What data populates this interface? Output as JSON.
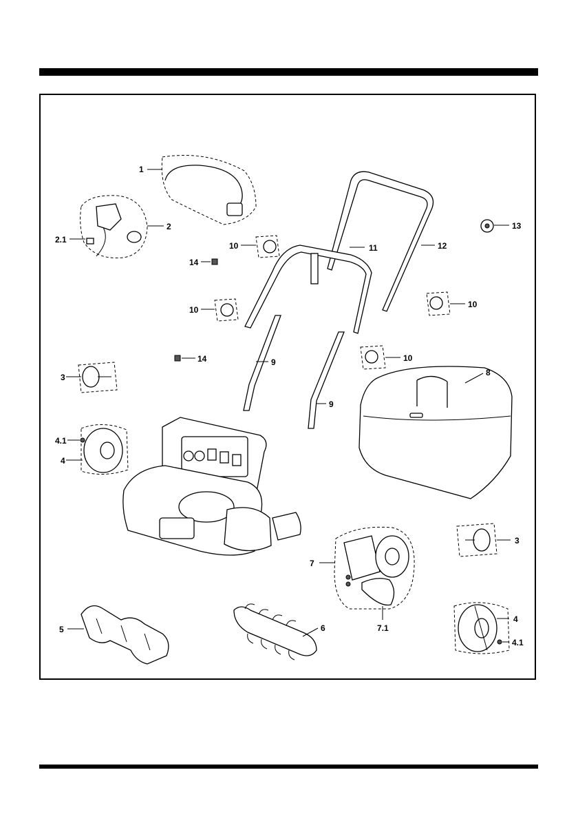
{
  "callouts": {
    "c1": "1",
    "c2": "2",
    "c2_1": "2.1",
    "c3a": "3",
    "c3b": "3",
    "c4a": "4",
    "c4_1a": "4.1",
    "c4b": "4",
    "c4_1b": "4.1",
    "c5": "5",
    "c6": "6",
    "c7": "7",
    "c7_1": "7.1",
    "c8": "8",
    "c9a": "9",
    "c9b": "9",
    "c10a": "10",
    "c10b": "10",
    "c10c": "10",
    "c10d": "10",
    "c11": "11",
    "c12": "12",
    "c13": "13",
    "c14a": "14",
    "c14b": "14"
  }
}
